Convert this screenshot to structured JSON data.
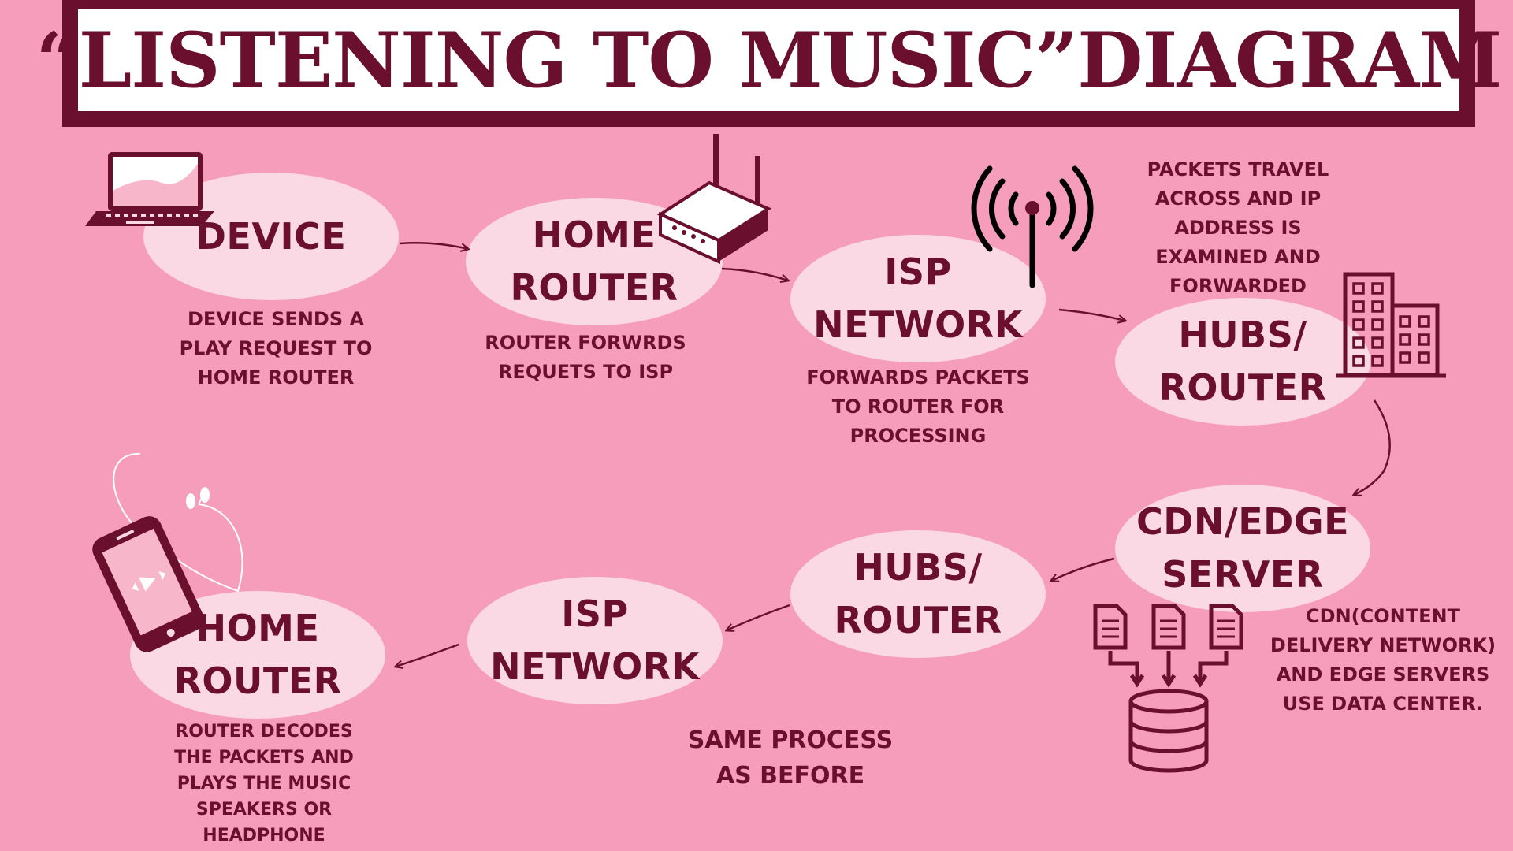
{
  "title": "“LISTENING TO MUSIC”DIAGRAM",
  "colors": {
    "background": "#f59dba",
    "accent": "#6b0f2e",
    "node_fill": "#fbd9e4"
  },
  "nodes": {
    "device": "DEVICE",
    "home_router_top": "HOME\nROUTER",
    "isp_network_top": "ISP\nNETWORK",
    "hubs_router_top": "HUBS/\nROUTER",
    "cdn_edge_server": "CDN/EDGE\nSERVER",
    "hubs_router_bottom": "HUBS/\nROUTER",
    "isp_network_bottom": "ISP\nNETWORK",
    "home_router_bottom": "HOME\nROUTER"
  },
  "descriptions": {
    "device": "DEVICE SENDS A\nPLAY REQUEST TO\nHOME ROUTER",
    "home_router": "ROUTER FORWRDS\nREQUETS TO ISP",
    "isp_network": "FORWARDS PACKETS\nTO ROUTER FOR\nPROCESSING",
    "packets_travel": "PACKETS TRAVEL\nACROSS AND IP\nADDRESS IS\nEXAMINED AND\nFORWARDED",
    "cdn": "CDN(CONTENT\nDELIVERY NETWORK)\nAND EDGE SERVERS\nUSE DATA CENTER.",
    "same_process": "SAME PROCESS\nAS BEFORE",
    "router_decodes": "ROUTER DECODES\nTHE PACKETS AND\nPLAYS THE MUSIC\nSPEAKERS OR\nHEADPHONE"
  },
  "icons": [
    "laptop-icon",
    "wifi-router-icon",
    "antenna-icon",
    "buildings-icon",
    "data-center-icon",
    "phone-with-earphones-icon"
  ]
}
